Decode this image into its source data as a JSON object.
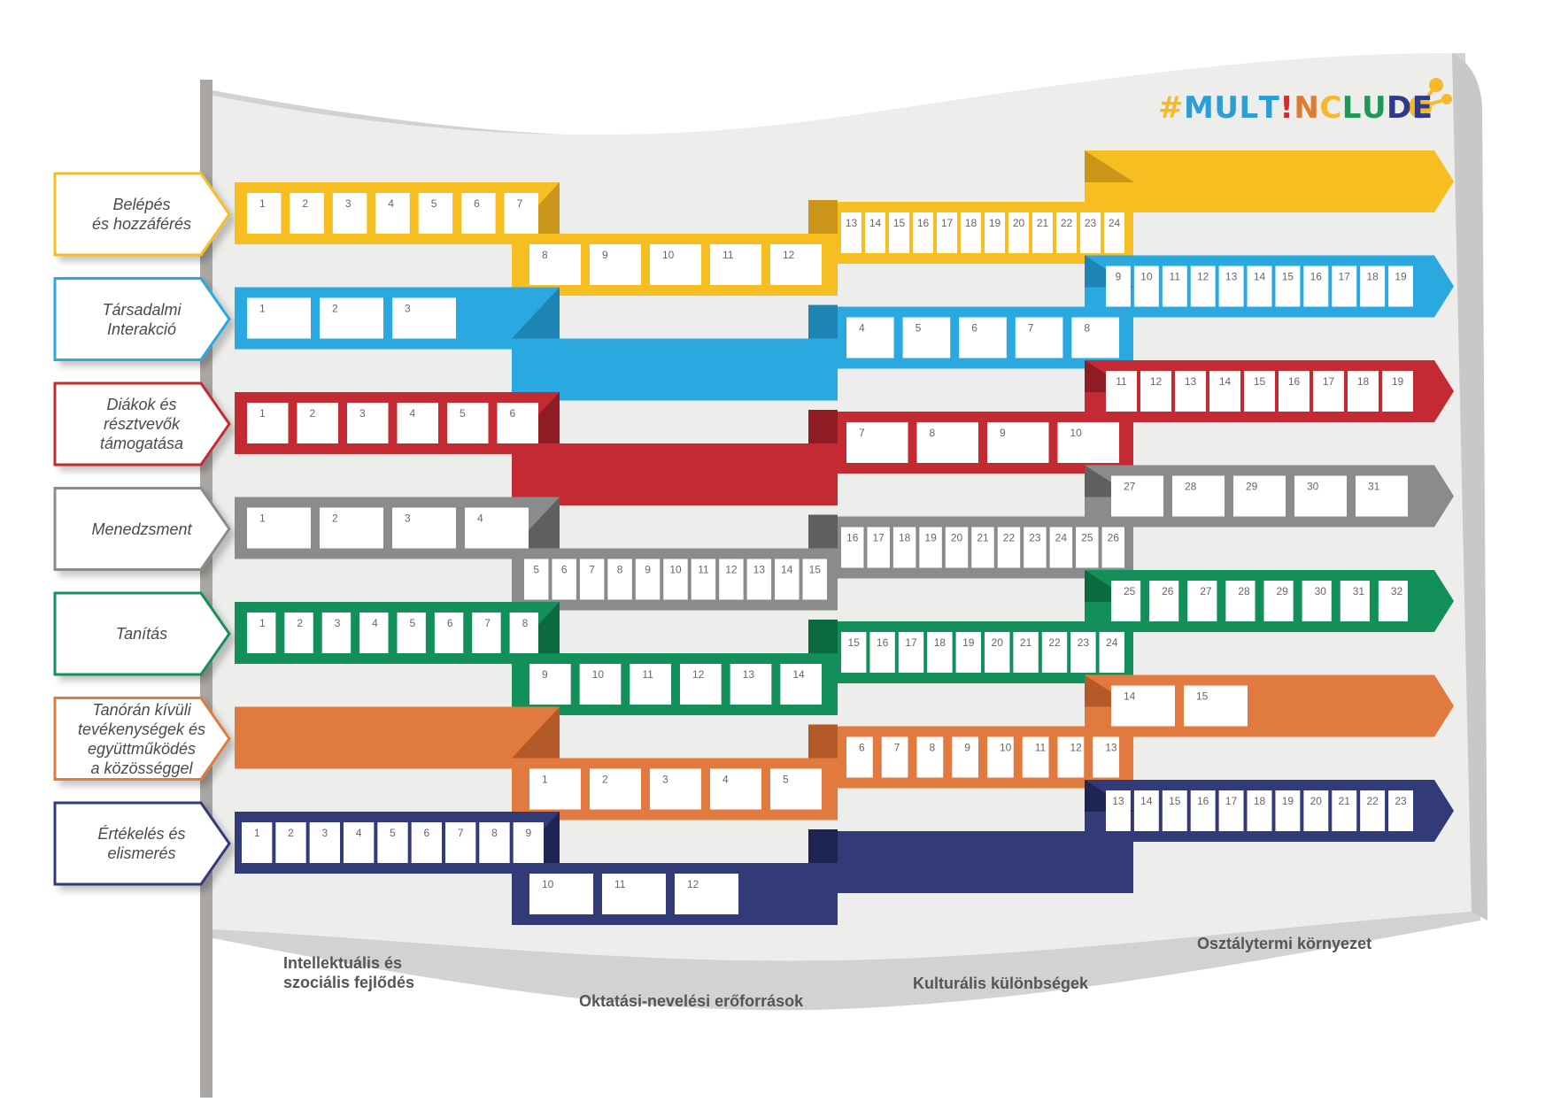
{
  "logo": {
    "text": "#MULTINCLUDE",
    "letters": [
      {
        "ch": "#",
        "color": "#f7b928"
      },
      {
        "ch": "M",
        "color": "#2a9fd6"
      },
      {
        "ch": "U",
        "color": "#2a9fd6"
      },
      {
        "ch": "L",
        "color": "#2a9fd6"
      },
      {
        "ch": "T",
        "color": "#2a9fd6"
      },
      {
        "ch": "!",
        "color": "#d42a2a"
      },
      {
        "ch": "N",
        "color": "#e07a30"
      },
      {
        "ch": "C",
        "color": "#f7b928"
      },
      {
        "ch": "L",
        "color": "#1a9a55"
      },
      {
        "ch": "U",
        "color": "#1a9a55"
      },
      {
        "ch": "D",
        "color": "#2e3a8c"
      },
      {
        "ch": "E",
        "color": "#2e3a8c"
      }
    ],
    "mark_color": "#f7b928"
  },
  "categories": [
    "Intellektuális és\nszociális fejlődés",
    "Oktatási-nevelési erőforrások",
    "Kulturális különbségek",
    "Osztálytermi környezet"
  ],
  "rows": [
    {
      "label": "Belépés\nés hozzáférés",
      "color": "#f7be22",
      "dark": "#c9961a",
      "segments": [
        {
          "boxes": [
            "1",
            "2",
            "3",
            "4",
            "5",
            "6",
            "7"
          ]
        },
        {
          "boxes": [
            "8",
            "9",
            "10",
            "11",
            "12"
          ]
        },
        {
          "boxes": [
            "13",
            "14",
            "15",
            "16",
            "17",
            "18",
            "19",
            "20",
            "21",
            "22",
            "23",
            "24"
          ]
        },
        {
          "boxes": []
        }
      ]
    },
    {
      "label": "Társadalmi\nInterakció",
      "color": "#2aa8e0",
      "dark": "#1d84b3",
      "segments": [
        {
          "boxes": [
            "1",
            "2",
            "3"
          ]
        },
        {
          "boxes": []
        },
        {
          "boxes": [
            "4",
            "5",
            "6",
            "7",
            "8"
          ]
        },
        {
          "boxes": [
            "9",
            "10",
            "11",
            "12",
            "13",
            "14",
            "15",
            "16",
            "17",
            "18",
            "19"
          ]
        }
      ]
    },
    {
      "label": "Diákok és\nrésztvevők\ntámogatása",
      "color": "#c42a32",
      "dark": "#8e1c22",
      "segments": [
        {
          "boxes": [
            "1",
            "2",
            "3",
            "4",
            "5",
            "6"
          ]
        },
        {
          "boxes": []
        },
        {
          "boxes": [
            "7",
            "8",
            "9",
            "10"
          ]
        },
        {
          "boxes": [
            "11",
            "12",
            "13",
            "14",
            "15",
            "16",
            "17",
            "18",
            "19"
          ]
        }
      ]
    },
    {
      "label": "Menedzsment",
      "color": "#8a8b8d",
      "dark": "#5e5f61",
      "segments": [
        {
          "boxes": [
            "1",
            "2",
            "3",
            "4"
          ]
        },
        {
          "boxes": [
            "5",
            "6",
            "7",
            "8",
            "9",
            "10",
            "11",
            "12",
            "13",
            "14",
            "15"
          ]
        },
        {
          "boxes": [
            "16",
            "17",
            "18",
            "19",
            "20",
            "21",
            "22",
            "23",
            "24",
            "25",
            "26"
          ]
        },
        {
          "boxes": [
            "27",
            "28",
            "29",
            "30",
            "31"
          ]
        }
      ]
    },
    {
      "label": "Tanítás",
      "color": "#13905a",
      "dark": "#0b6a40",
      "segments": [
        {
          "boxes": [
            "1",
            "2",
            "3",
            "4",
            "5",
            "6",
            "7",
            "8"
          ]
        },
        {
          "boxes": [
            "9",
            "10",
            "11",
            "12",
            "13",
            "14"
          ]
        },
        {
          "boxes": [
            "15",
            "16",
            "17",
            "18",
            "19",
            "20",
            "21",
            "22",
            "23",
            "24"
          ]
        },
        {
          "boxes": [
            "25",
            "26",
            "27",
            "28",
            "29",
            "30",
            "31",
            "32"
          ]
        }
      ]
    },
    {
      "label": "Tanórán kívüli\ntevékenységek és\negyüttműködés\na közösséggel",
      "color": "#e07a3e",
      "dark": "#b45a28",
      "segments": [
        {
          "boxes": []
        },
        {
          "boxes": [
            "1",
            "2",
            "3",
            "4",
            "5"
          ]
        },
        {
          "boxes": [
            "6",
            "7",
            "8",
            "9",
            "10",
            "11",
            "12",
            "13"
          ]
        },
        {
          "boxes": [
            "14",
            "15"
          ]
        }
      ]
    },
    {
      "label": "Értékelés és\nelismerés",
      "color": "#323a78",
      "dark": "#1f2552",
      "segments": [
        {
          "boxes": [
            "1",
            "2",
            "3",
            "4",
            "5",
            "6",
            "7",
            "8",
            "9"
          ]
        },
        {
          "boxes": [
            "10",
            "11",
            "12"
          ]
        },
        {
          "boxes": []
        },
        {
          "boxes": [
            "13",
            "14",
            "15",
            "16",
            "17",
            "18",
            "19",
            "20",
            "21",
            "22",
            "23"
          ]
        }
      ]
    }
  ]
}
